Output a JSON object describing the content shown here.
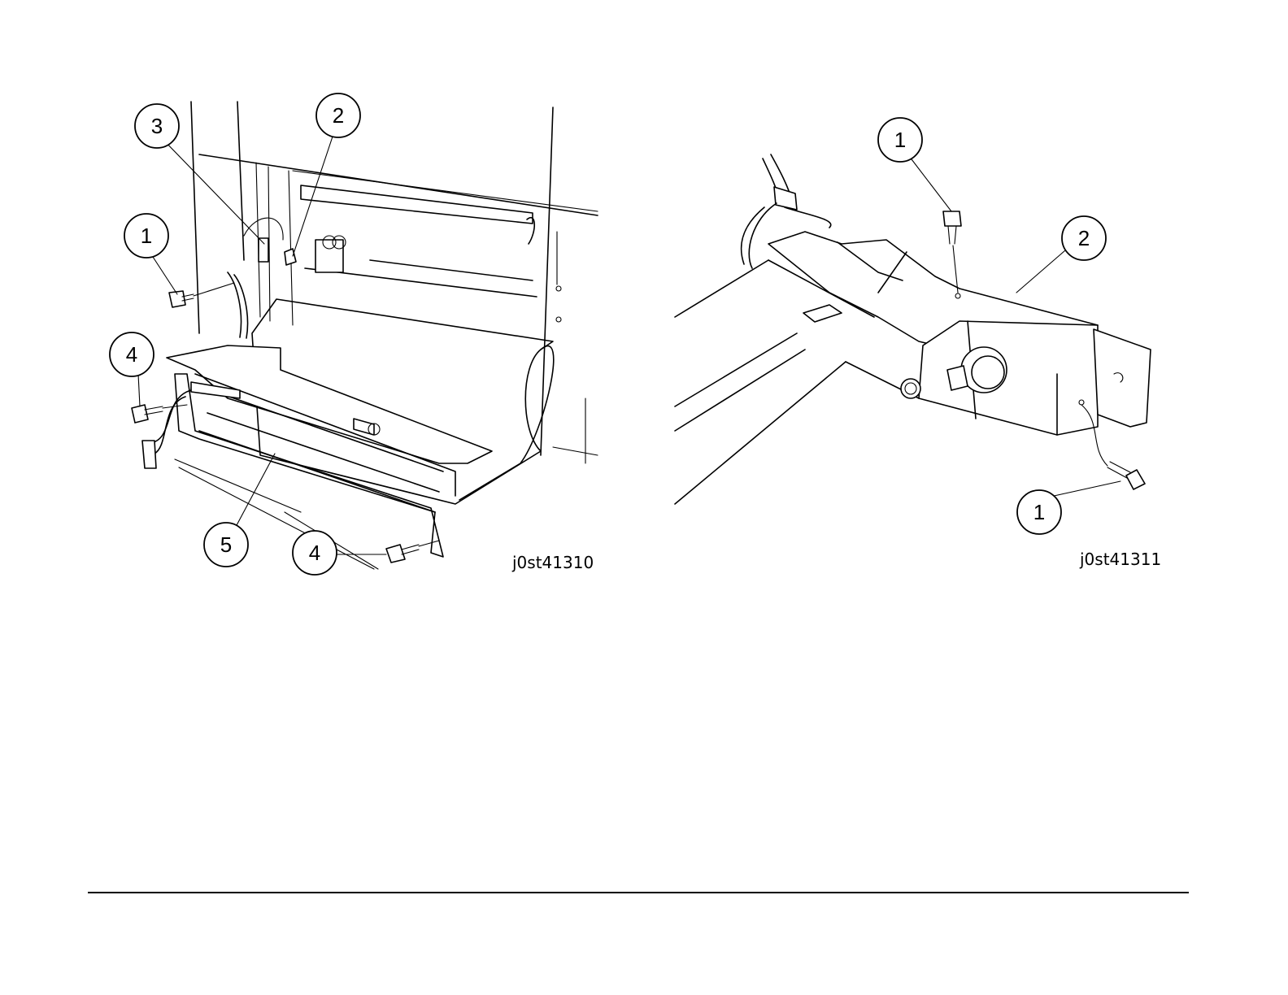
{
  "figures": [
    {
      "id": "j0st41310",
      "callouts": [
        "1",
        "2",
        "3",
        "4",
        "4",
        "5"
      ]
    },
    {
      "id": "j0st41311",
      "callouts": [
        "1",
        "1",
        "2"
      ]
    }
  ]
}
